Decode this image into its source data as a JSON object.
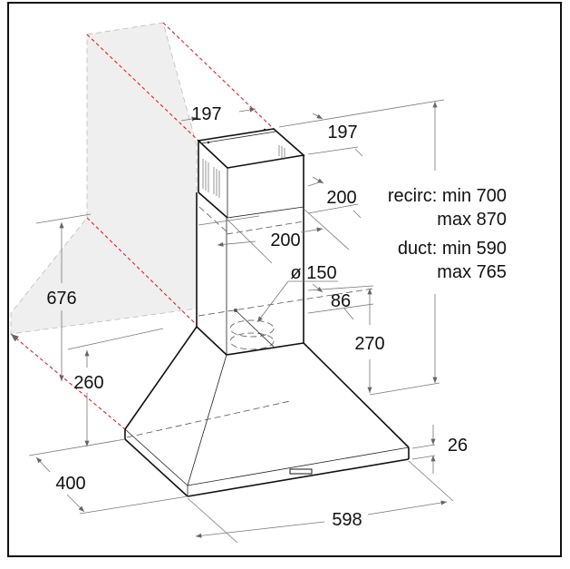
{
  "dimensions": {
    "chimney_top_width": "197",
    "chimney_top_depth": "197",
    "chimney_lower_depth": "200",
    "chimney_lower_width": "200",
    "outlet_diameter": "ø 150",
    "outlet_offset": "86",
    "canopy_height": "270",
    "wall_height": "676",
    "wall_lower": "260",
    "depth": "400",
    "width": "598",
    "base_thickness": "26"
  },
  "chimney_heights": {
    "recirc_min": "recirc: min 700",
    "recirc_max": "max 870",
    "duct_min": "duct: min 590",
    "duct_max": "max 765"
  },
  "colors": {
    "ghost": "#efefef",
    "red_guide": "#e0202a"
  }
}
